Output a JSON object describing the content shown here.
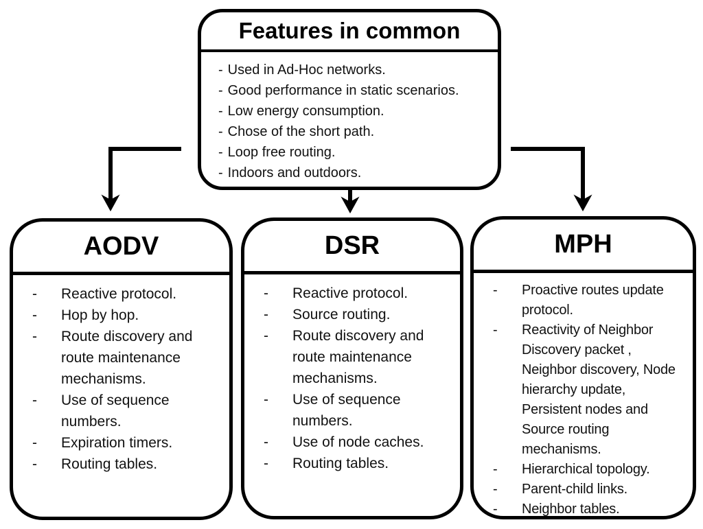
{
  "top_box": {
    "title": "Features in common",
    "bullet": "-",
    "items": [
      "Used in Ad-Hoc networks.",
      "Good performance in static scenarios.",
      "Low energy consumption.",
      "Chose of the short path.",
      "Loop free routing.",
      "Indoors and outdoors."
    ]
  },
  "protocol_boxes": [
    {
      "title": "AODV",
      "bullet": "-",
      "items": [
        "Reactive protocol.",
        "Hop by hop.",
        "Route discovery and\nroute maintenance\nmechanisms.",
        "Use of sequence\nnumbers.",
        "Expiration timers.",
        "Routing tables."
      ]
    },
    {
      "title": "DSR",
      "bullet": "-",
      "items": [
        "Reactive protocol.",
        "Source routing.",
        "Route discovery and\nroute maintenance\nmechanisms.",
        "Use of sequence\nnumbers.",
        "Use of node caches.",
        "Routing tables."
      ]
    },
    {
      "title": "MPH",
      "bullet": "-",
      "items": [
        "Proactive routes update\nprotocol.",
        "Reactivity of Neighbor\nDiscovery packet ,\nNeighbor discovery, Node\nhierarchy update,\nPersistent nodes and\nSource routing\nmechanisms.",
        "Hierarchical topology.",
        "Parent-child links.",
        "Neighbor tables."
      ]
    }
  ],
  "connectors": {
    "arrows": [
      {
        "from": "Features in common",
        "to": "AODV"
      },
      {
        "from": "Features in common",
        "to": "DSR"
      },
      {
        "from": "Features in common",
        "to": "MPH"
      }
    ]
  },
  "colors": {
    "stroke": "#000000",
    "background": "#ffffff",
    "text": "#111111"
  }
}
